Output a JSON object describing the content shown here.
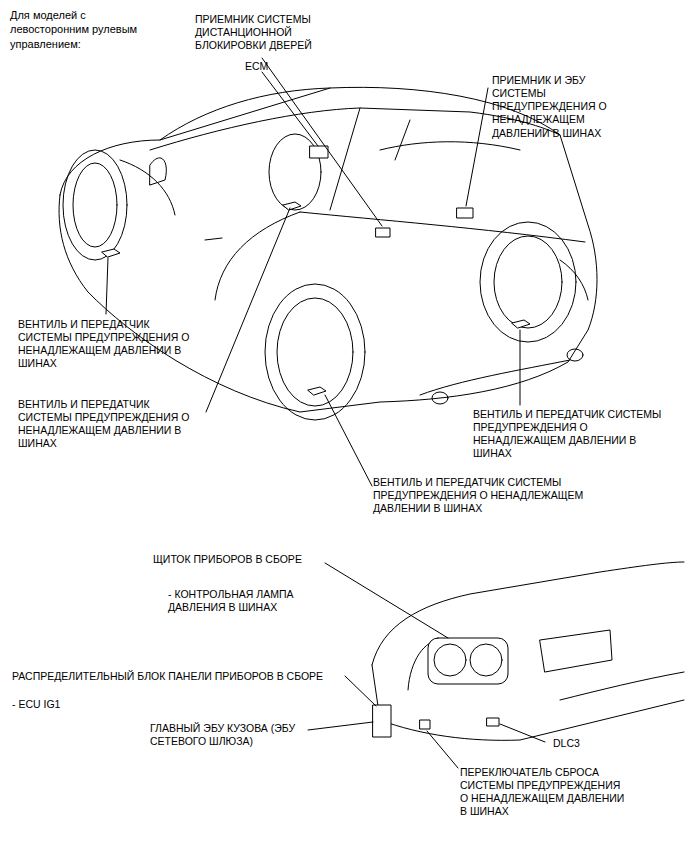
{
  "diagram": {
    "title": "Для моделей с левосторонним рулевым управлением:",
    "labels": [
      "ПРИЕМНИК СИСТЕМЫ ДИСТАНЦИОННОЙ БЛОКИРОВКИ ДВЕРЕЙ",
      "ECM",
      "ПРИЕМНИК И ЭБУ СИСТЕМЫ ПРЕДУПРЕЖДЕНИЯ О НЕНАДЛЕЖАЩЕМ ДАВЛЕНИИ В ШИНАХ",
      "ВЕНТИЛЬ И ПЕРЕДАТЧИК СИСТЕМЫ ПРЕДУПРЕЖДЕНИЯ О НЕНАДЛЕЖАЩЕМ ДАВЛЕНИИ В ШИНАХ",
      "ВЕНТИЛЬ И ПЕРЕДАТЧИК СИСТЕМЫ ПРЕДУПРЕЖДЕНИЯ О НЕНАДЛЕЖАЩЕМ ДАВЛЕНИИ В ШИНАХ",
      "ВЕНТИЛЬ И ПЕРЕДАТЧИК СИСТЕМЫ ПРЕДУПРЕЖДЕНИЯ О НЕНАДЛЕЖАЩЕМ ДАВЛЕНИИ В ШИНАХ",
      "ВЕНТИЛЬ И ПЕРЕДАТЧИК СИСТЕМЫ ПРЕДУПРЕЖДЕНИЯ О НЕНАДЛЕЖАЩЕМ ДАВЛЕНИИ В ШИНАХ",
      "ЩИТОК ПРИБОРОВ В СБОРЕ",
      "- КОНТРОЛЬНАЯ ЛАМПА ДАВЛЕНИЯ В ШИНАХ",
      "РАСПРЕДЕЛИТЕЛЬНЫЙ БЛОК ПАНЕЛИ ПРИБОРОВ В СБОРЕ",
      "- ECU IG1",
      "ГЛАВНЫЙ ЭБУ КУЗОВА (ЭБУ СЕТЕВОГО ШЛЮЗА)",
      "DLC3",
      "ПЕРЕКЛЮЧАТЕЛЬ СБРОСА СИСТЕМЫ ПРЕДУПРЕЖДЕНИЯ О НЕНАДЛЕЖАЩЕМ ДАВЛЕНИИ В ШИНАХ"
    ]
  }
}
